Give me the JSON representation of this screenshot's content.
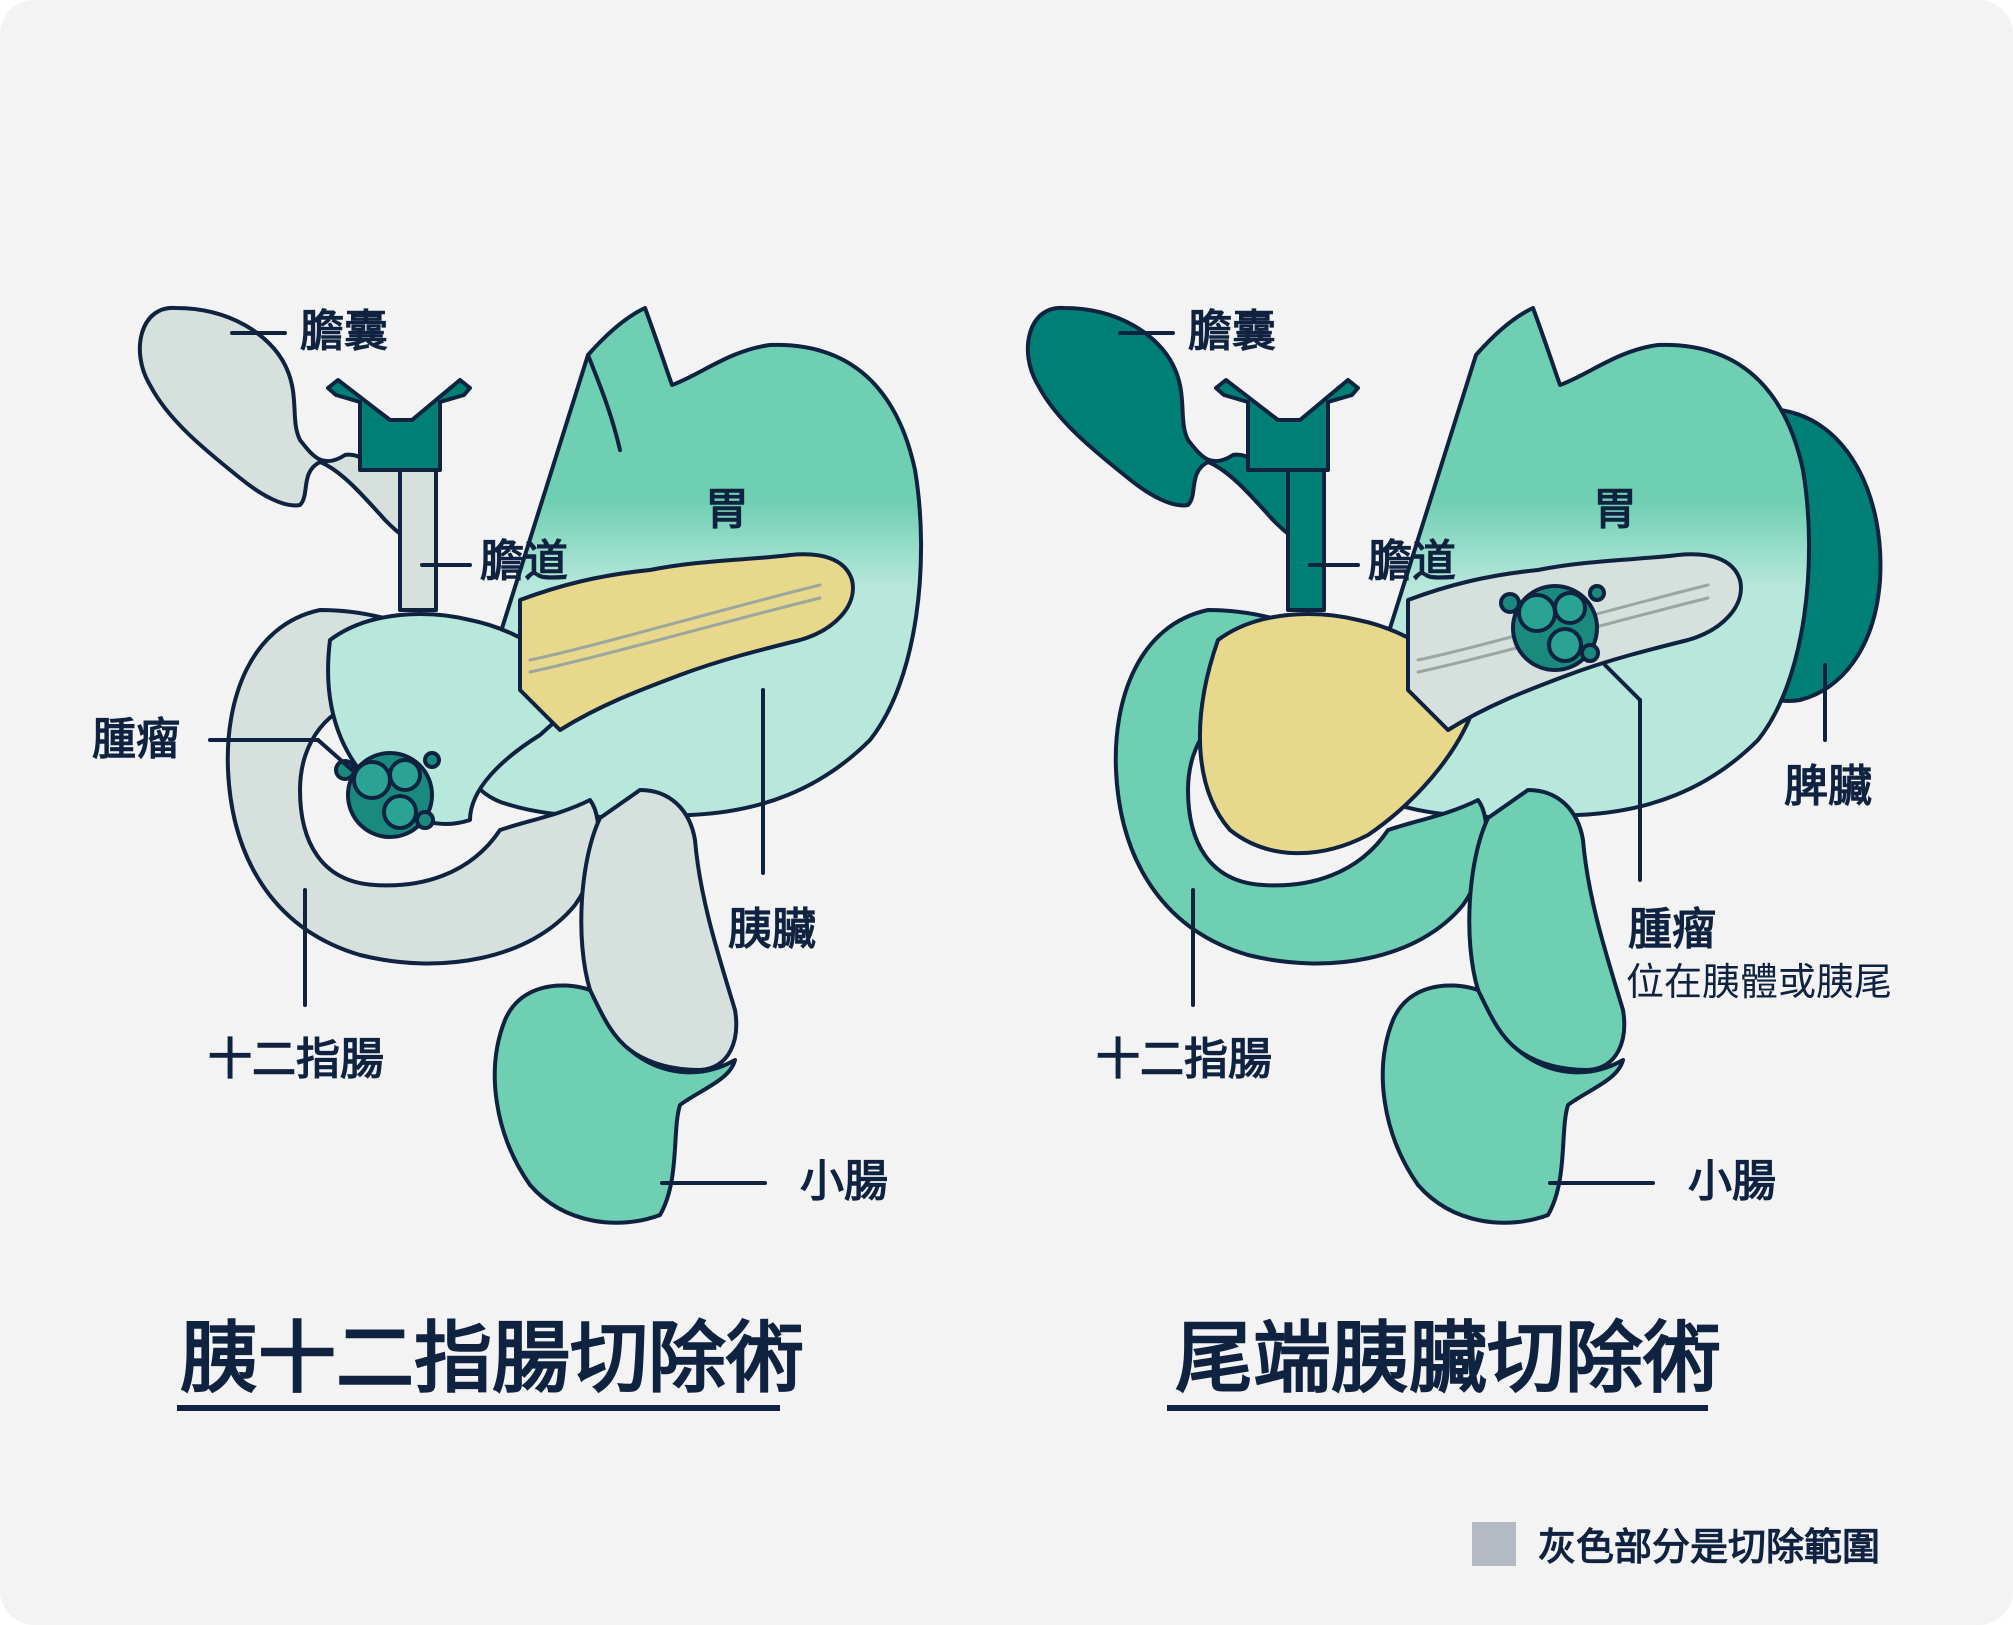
{
  "colors": {
    "background": "#f3f3f4",
    "ink": "#0f2340",
    "teal": "#6fcfb3",
    "teal_light": "#b8e8dc",
    "teal_dark": "#007f74",
    "pancreas_yellow": "#e8d88c",
    "resected_gray": "#d6e0dc",
    "legend_gray": "#b3bac4"
  },
  "left_diagram": {
    "title": "胰十二指腸切除術",
    "labels": {
      "gallbladder": "膽囊",
      "bile_duct": "膽道",
      "stomach": "胃",
      "tumor": "腫瘤",
      "pancreas": "胰臟",
      "duodenum": "十二指腸",
      "small_intestine": "小腸"
    }
  },
  "right_diagram": {
    "title": "尾端胰臟切除術",
    "labels": {
      "gallbladder": "膽囊",
      "bile_duct": "膽道",
      "stomach": "胃",
      "spleen": "脾臟",
      "tumor": "腫瘤",
      "tumor_note": "位在胰體或胰尾",
      "duodenum": "十二指腸",
      "small_intestine": "小腸"
    }
  },
  "legend": {
    "text": "灰色部分是切除範圍",
    "icon": "gray-square-swatch"
  }
}
